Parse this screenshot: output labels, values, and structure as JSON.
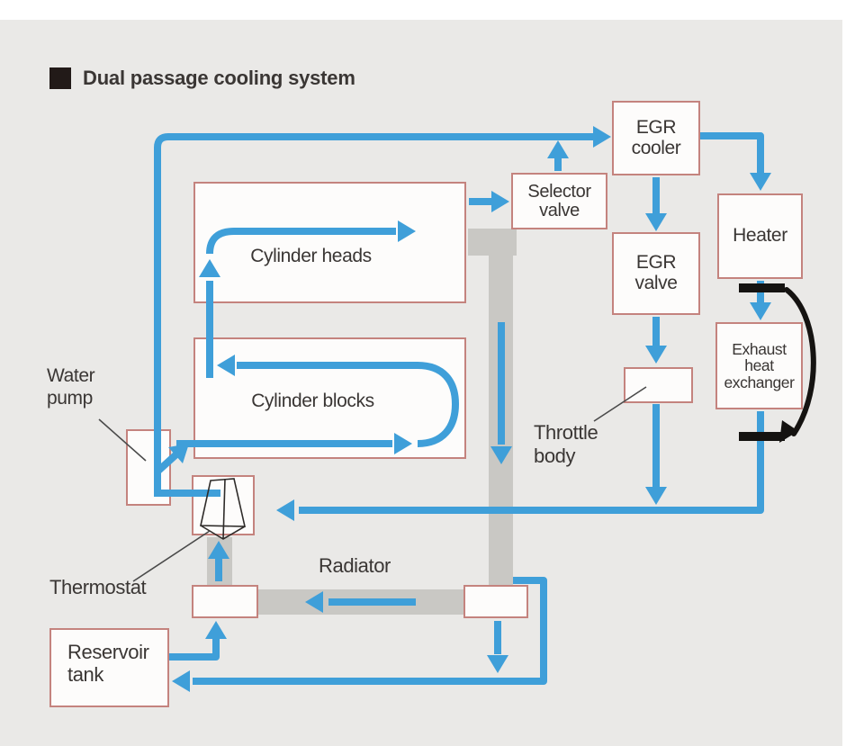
{
  "title": {
    "text": "Dual passage cooling system"
  },
  "boxes": {
    "egr_cooler": {
      "label": "EGR\ncooler"
    },
    "selector_valve": {
      "label": "Selector\nvalve"
    },
    "heater": {
      "label": "Heater"
    },
    "egr_valve": {
      "label": "EGR\nvalve"
    },
    "exhaust_heat_exchanger": {
      "label": "Exhaust\nheat\nexchanger"
    },
    "cylinder_heads": {
      "label": "Cylinder heads"
    },
    "cylinder_blocks": {
      "label": "Cylinder blocks"
    },
    "reservoir_tank": {
      "label": "Reservoir\ntank"
    }
  },
  "labels": {
    "water_pump": "Water\npump",
    "thermostat": "Thermostat",
    "radiator": "Radiator",
    "throttle_body": "Throttle\nbody"
  },
  "colors": {
    "flow_blue": "#3f9fd9",
    "pipe_gray": "#c9c8c4",
    "box_border_pink": "#c4837e",
    "panel_bg": "#eae9e7",
    "text_dark": "#3a3634",
    "bypass_black": "#151311"
  }
}
